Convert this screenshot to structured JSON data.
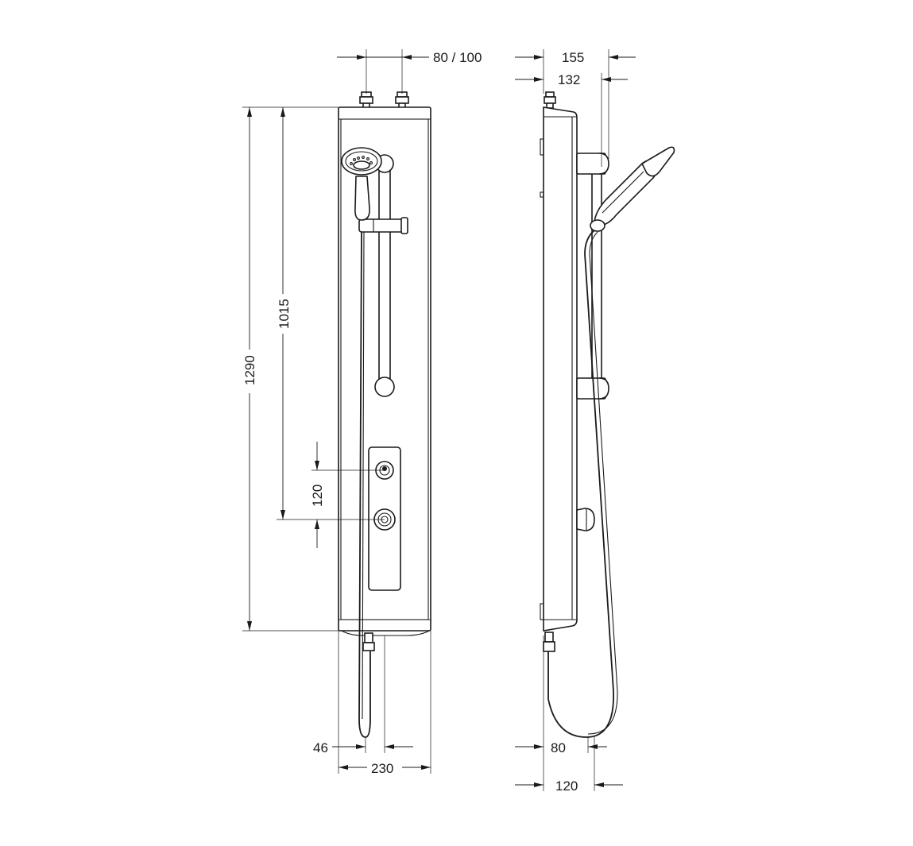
{
  "dimensions": {
    "front_inlet_spacing": "80 / 100",
    "front_total_height": "1290",
    "front_rail_height": "1015",
    "front_control_spacing": "120",
    "front_outlet_offset": "46",
    "front_width": "230",
    "side_total_depth": "155",
    "side_rail_depth": "132",
    "side_outlet_depth": "80",
    "side_body_depth": "120"
  },
  "colors": {
    "line": "#1a1a1a",
    "background": "#ffffff"
  }
}
